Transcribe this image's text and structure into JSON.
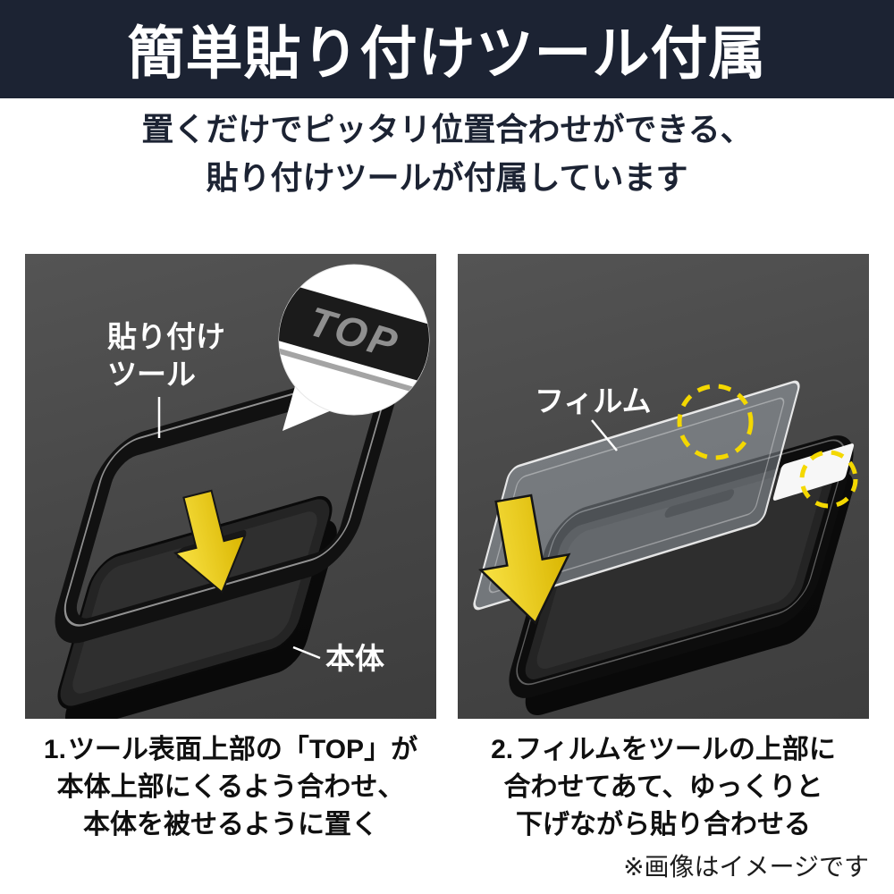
{
  "header": {
    "title": "簡単貼り付けツール付属",
    "subtitle_line1": "置くだけでピッタリ位置合わせができる、",
    "subtitle_line2": "貼り付けツールが付属しています"
  },
  "panel1": {
    "tool_label_line1": "貼り付け",
    "tool_label_line2": "ツール",
    "top_label": "TOP",
    "body_label": "本体"
  },
  "panel2": {
    "film_label": "フィルム"
  },
  "steps": [
    {
      "number": "1.",
      "line1": "ツール表面上部の「TOP」が",
      "line2": "本体上部にくるよう合わせ、",
      "line3": "本体を被せるように置く"
    },
    {
      "number": "2.",
      "line1": "フィルムをツールの上部に",
      "line2": "合わせてあて、ゆっくりと",
      "line3": "下げながら貼り合わせる"
    }
  ],
  "footer": {
    "disclaimer": "※画像はイメージです"
  },
  "colors": {
    "header_bg": "#1c2333",
    "panel_bg": "#4a4a4a",
    "accent_yellow": "#f4d800",
    "text_dark": "#101010"
  }
}
